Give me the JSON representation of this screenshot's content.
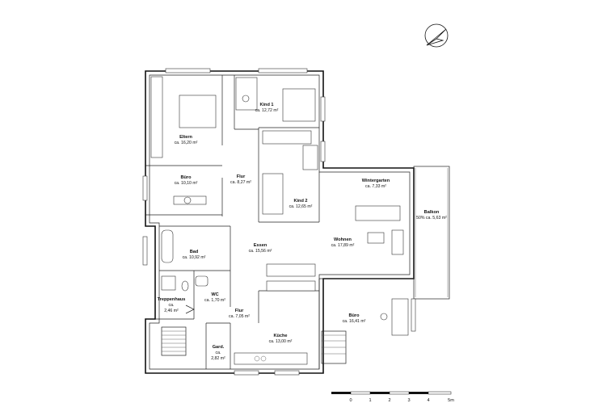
{
  "rooms": [
    {
      "id": "eltern",
      "label": "Eltern",
      "area": "ca. 16,20 m²"
    },
    {
      "id": "kind1",
      "label": "Kind 1",
      "area": "ca. 12,72 m²"
    },
    {
      "id": "buero1",
      "label": "Büro",
      "area": "ca. 10,10 m²"
    },
    {
      "id": "flur1",
      "label": "Flur",
      "area": "ca. 8,27 m²"
    },
    {
      "id": "wintergarten",
      "label": "Wintergarten",
      "area": "ca. 7,33 m²"
    },
    {
      "id": "kind2",
      "label": "Kind 2",
      "area": "ca. 12,65 m²"
    },
    {
      "id": "balkon",
      "label": "Balkon",
      "area": "50% ca. 5,63 m²"
    },
    {
      "id": "essen",
      "label": "Essen",
      "area": "ca. 15,56 m²"
    },
    {
      "id": "wohnen",
      "label": "Wohnen",
      "area": "ca. 17,89 m²"
    },
    {
      "id": "bad",
      "label": "Bad",
      "area": "ca. 10,92 m²"
    },
    {
      "id": "treppenhaus",
      "label": "Treppenhaus",
      "area_lines": [
        "ca.",
        "2,46 m²"
      ]
    },
    {
      "id": "wc",
      "label": "WC",
      "area": "ca. 1,70 m²"
    },
    {
      "id": "flur2",
      "label": "Flur",
      "area": "ca. 7,05 m²"
    },
    {
      "id": "buero2",
      "label": "Büro",
      "area": "ca. 16,41 m²"
    },
    {
      "id": "kueche",
      "label": "Küche",
      "area": "ca. 13,00 m²"
    },
    {
      "id": "gard",
      "label": "Gard.",
      "area_lines": [
        "ca.",
        "2,82 m²"
      ]
    }
  ],
  "scale_bar": {
    "ticks": [
      "0",
      "1",
      "2",
      "3",
      "4",
      "5m"
    ]
  },
  "north_arrow": {
    "icon": "north-arrow-icon"
  }
}
